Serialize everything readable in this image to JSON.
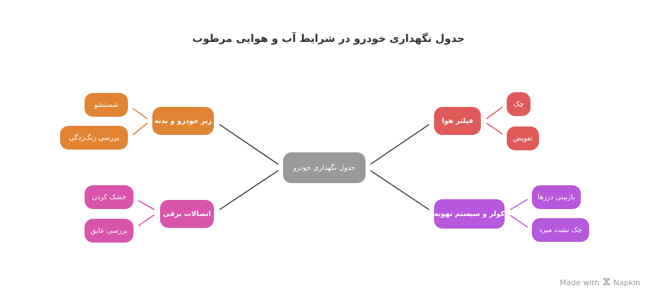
{
  "title": "جدول نگهداری خودرو در شرایط آب و هوایی مرطوب",
  "center": "جدول نگهداری خودرو",
  "branches": {
    "underbody": {
      "label": "زیر خودرو و بدنه",
      "children": [
        "شستشو",
        "بررسی زنگ‌زدگی"
      ]
    },
    "electrical": {
      "label": "اتصالات برقی",
      "children": [
        "خشک کردن",
        "بررسی عایق"
      ]
    },
    "air_filter": {
      "label": "فیلتر هوا",
      "children": [
        "چک",
        "تعویض"
      ]
    },
    "hvac": {
      "label": "کولر و سیستم تهویه",
      "children": [
        "بازبینی درزها",
        "چک نشت مبرد"
      ]
    }
  },
  "colors": {
    "center": "#999999",
    "underbody": "#e08433",
    "electrical": "#d955ad",
    "air_filter": "#e05a5a",
    "hvac": "#b659dc",
    "main_link": "#444444"
  },
  "watermark": {
    "prefix": "Made with",
    "brand": "Napkin",
    "icon": "napkin-logo-icon"
  }
}
